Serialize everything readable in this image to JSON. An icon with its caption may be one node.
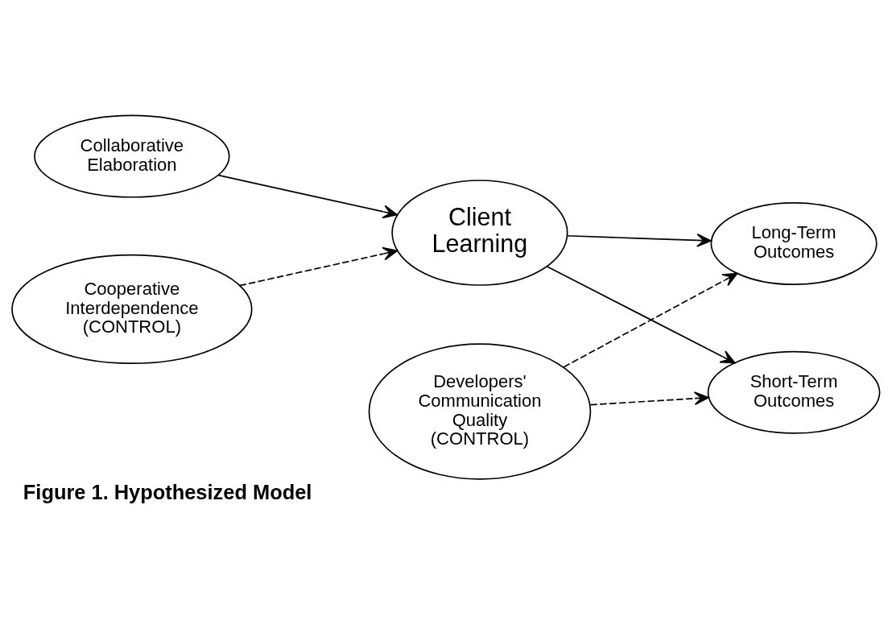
{
  "diagram": {
    "caption": "Figure 1. Hypothesized Model",
    "nodes": [
      {
        "text": [
          "Long-Term Outcomes"
        ]
      },
      {
        "text": [
          "Collaborative Elaboration"
        ]
      },
      {
        "text": [
          "Client Learning"
        ]
      },
      {
        "text": [
          "Short-Term Outcomes"
        ]
      },
      {
        "text": [
          "Cooperative Interdependence (CONTROL)"
        ]
      },
      {
        "text": [
          "Developers' Communication Quality (CONTROL)"
        ]
      }
    ],
    "edges": [
      {
        "from": 1,
        "to": 2,
        "arrow": "to"
      },
      {
        "from": 4,
        "to": 2,
        "arrow": "to",
        "style": "dashed"
      },
      {
        "from": 2,
        "to": 0,
        "arrow": "to"
      },
      {
        "from": 2,
        "to": 3,
        "arrow": "to"
      },
      {
        "from": 5,
        "to": 0,
        "arrow": "to",
        "style": "dashed"
      },
      {
        "from": 5,
        "to": 3,
        "arrow": "to",
        "style": "dashed"
      }
    ]
  }
}
